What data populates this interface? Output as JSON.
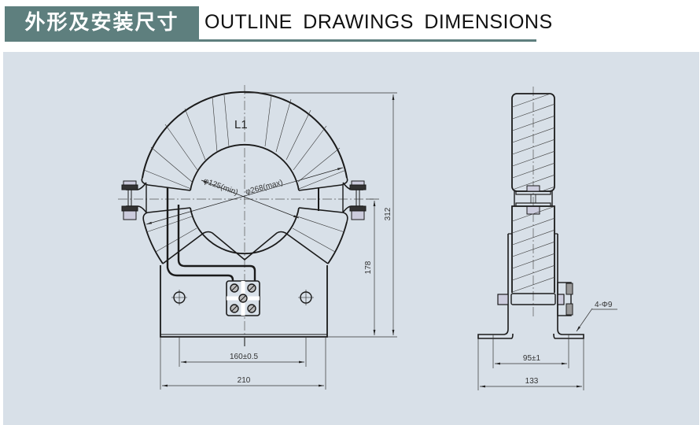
{
  "header": {
    "title_cn": "外形及安装尺寸",
    "title_en": "OUTLINE  DRAWINGS  DIMENSIONS",
    "accent_color": "#5e7f7e"
  },
  "panel": {
    "background": "#d8e0e8"
  },
  "front_view": {
    "label": "L1",
    "inner_diameter": "φ125(min)",
    "outer_diameter": "φ268(max)",
    "total_height": "312",
    "center_height": "178",
    "hole_spacing": "160±0.5",
    "base_width": "210"
  },
  "side_view": {
    "holes": "4-Φ9",
    "hole_spacing": "95±1",
    "base_width": "133"
  }
}
